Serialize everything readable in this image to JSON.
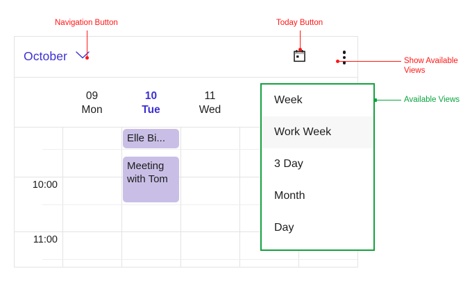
{
  "toolbar": {
    "month_label": "October",
    "nav_chevron_icon": "chevron-down-icon",
    "today_icon": "calendar-today-icon",
    "overflow_icon": "kebab-menu-icon"
  },
  "day_header": [
    {
      "date": "09",
      "dow": "Mon",
      "selected": false
    },
    {
      "date": "10",
      "dow": "Tue",
      "selected": true
    },
    {
      "date": "11",
      "dow": "Wed",
      "selected": false
    },
    {
      "date": "",
      "dow": "",
      "selected": false
    },
    {
      "date": "",
      "dow": "",
      "selected": false
    }
  ],
  "time_labels": [
    {
      "text": "10:00"
    },
    {
      "text": "11:00"
    }
  ],
  "events": [
    {
      "title": "Elle Bi...",
      "column": 1
    },
    {
      "title": "Meeting with Tom",
      "column": 1
    }
  ],
  "views_menu": {
    "items": [
      {
        "label": "Week",
        "highlighted": false
      },
      {
        "label": "Work Week",
        "highlighted": true
      },
      {
        "label": "3 Day",
        "highlighted": false
      },
      {
        "label": "Month",
        "highlighted": false
      },
      {
        "label": "Day",
        "highlighted": false
      }
    ]
  },
  "annotations": [
    {
      "id": "nav",
      "text": "Navigation Button",
      "color": "#ff1515"
    },
    {
      "id": "today",
      "text": "Today Button",
      "color": "#ff1515"
    },
    {
      "id": "show-views",
      "text": "Show Available\nViews",
      "color": "#ff1515"
    },
    {
      "id": "available-views",
      "text": "Available Views",
      "color": "#0aa33f"
    }
  ],
  "colors": {
    "accent": "#3b2fd4",
    "event_bg": "#c9bfe6",
    "annotation_red": "#ff1515",
    "annotation_green": "#0aa33f",
    "grid_line": "#e3e3e3"
  }
}
